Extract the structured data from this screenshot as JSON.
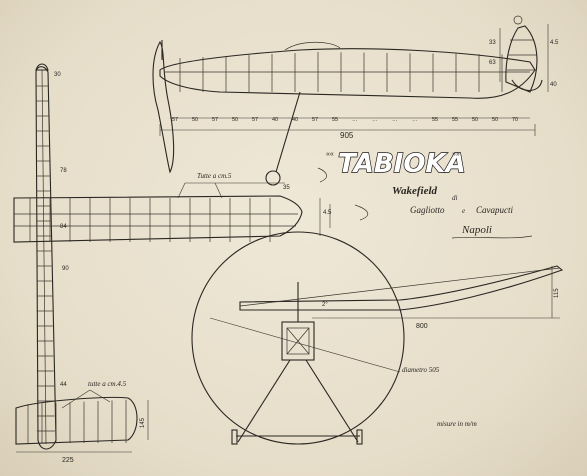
{
  "title": {
    "name": "TABIOKA",
    "quote_left": "««",
    "quote_right": "»»",
    "subtitle": "Wakefield",
    "by": "di",
    "author_1": "Gagliotto",
    "and": "e",
    "author_2": "Cavapucti",
    "city": "Napoli"
  },
  "side_view": {
    "stations": [
      "57",
      "50",
      "57",
      "50",
      "57",
      "40",
      "40",
      "57",
      "55",
      "…",
      "…",
      "…",
      "…",
      "55",
      "55",
      "50",
      "50",
      "70"
    ],
    "overall_length": "905",
    "small_dim": "35"
  },
  "wing": {
    "note": "Tutte a cm.5",
    "dims": [
      "30",
      "78",
      "84",
      "90",
      "44"
    ],
    "span_dim": "4.5"
  },
  "stabilizer": {
    "note": "tutte a cm.4.5",
    "width": "225",
    "chord": "145"
  },
  "front_view": {
    "dihedral_label": "2°",
    "half_span": "800",
    "height": "115",
    "prop_diameter": "diametro 505"
  },
  "section": {
    "dims": [
      "4.5",
      "33",
      "63",
      "40"
    ]
  },
  "units_note": "misure in m/m"
}
